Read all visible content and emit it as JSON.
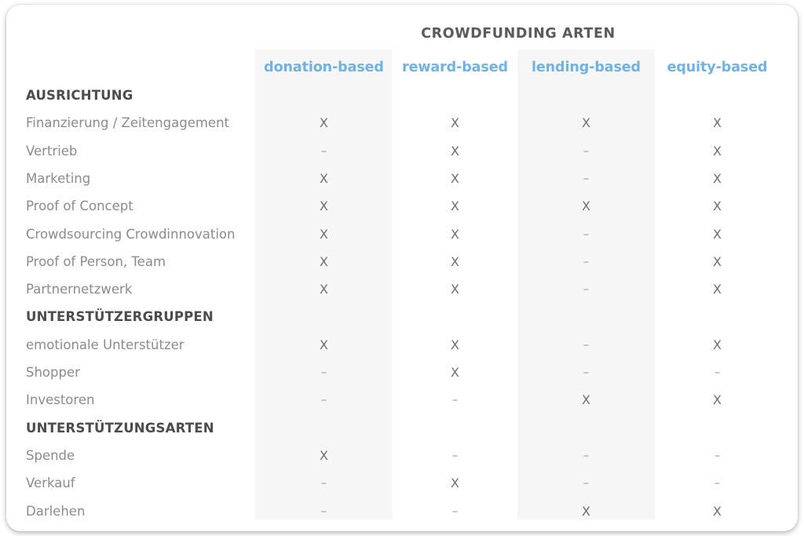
{
  "card": {
    "title": "CROWDFUNDING ARTEN",
    "accent_blue": "#6fb2e3",
    "band_color": "#f6f6f7",
    "background": "#ffffff"
  },
  "columns": [
    {
      "id": "donation-based",
      "label": "donation-based",
      "shaded": true
    },
    {
      "id": "reward-based",
      "label": "reward-based",
      "shaded": false
    },
    {
      "id": "lending-based",
      "label": "lending-based",
      "shaded": true
    },
    {
      "id": "equity-based",
      "label": "equity-based",
      "shaded": false
    }
  ],
  "marks": {
    "yes": "X",
    "no": "–"
  },
  "rows": [
    {
      "type": "section",
      "label": "AUSRICHTUNG",
      "values": []
    },
    {
      "type": "item",
      "label": "Finanzierung / Zeitengagement",
      "values": [
        "X",
        "X",
        "X",
        "X"
      ]
    },
    {
      "type": "item",
      "label": "Vertrieb",
      "values": [
        "–",
        "X",
        "–",
        "X"
      ]
    },
    {
      "type": "item",
      "label": "Marketing",
      "values": [
        "X",
        "X",
        "–",
        "X"
      ]
    },
    {
      "type": "item",
      "label": "Proof of Concept",
      "values": [
        "X",
        "X",
        "X",
        "X"
      ]
    },
    {
      "type": "item",
      "label": "Crowdsourcing Crowdinnovation",
      "values": [
        "X",
        "X",
        "–",
        "X"
      ]
    },
    {
      "type": "item",
      "label": "Proof of Person, Team",
      "values": [
        "X",
        "X",
        "–",
        "X"
      ]
    },
    {
      "type": "item",
      "label": "Partnernetzwerk",
      "values": [
        "X",
        "X",
        "–",
        "X"
      ]
    },
    {
      "type": "section",
      "label": "UNTERSTÜTZERGRUPPEN",
      "values": []
    },
    {
      "type": "item",
      "label": "emotionale Unterstützer",
      "values": [
        "X",
        "X",
        "–",
        "X"
      ]
    },
    {
      "type": "item",
      "label": "Shopper",
      "values": [
        "–",
        "X",
        "–",
        "–"
      ]
    },
    {
      "type": "item",
      "label": "Investoren",
      "values": [
        "–",
        "–",
        "X",
        "X"
      ]
    },
    {
      "type": "section",
      "label": "UNTERSTÜTZUNGSARTEN",
      "values": []
    },
    {
      "type": "item",
      "label": "Spende",
      "values": [
        "X",
        "–",
        "–",
        "–"
      ]
    },
    {
      "type": "item",
      "label": "Verkauf",
      "values": [
        "–",
        "X",
        "–",
        "–"
      ]
    },
    {
      "type": "item",
      "label": "Darlehen",
      "values": [
        "–",
        "–",
        "X",
        "X"
      ]
    }
  ]
}
